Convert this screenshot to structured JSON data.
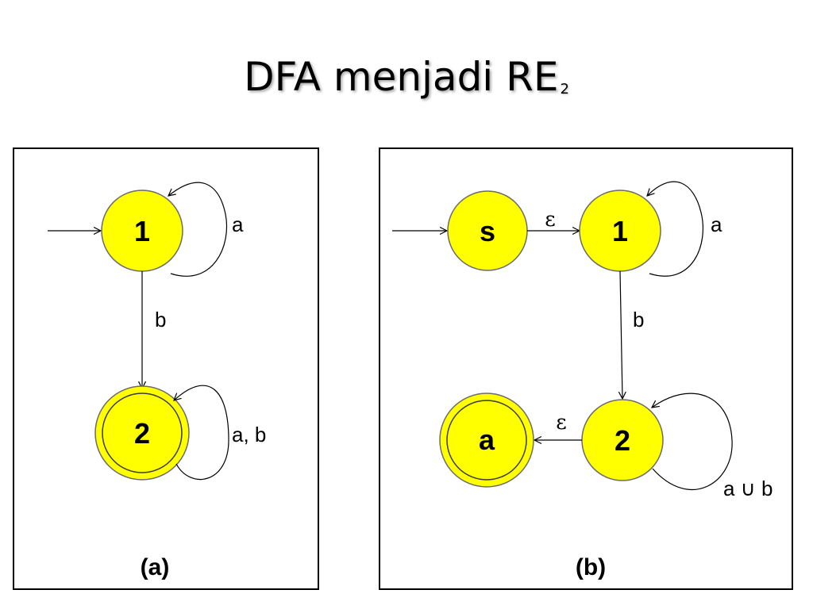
{
  "title": {
    "main": "DFA menjadi RE",
    "sub": "2"
  },
  "panel_a": {
    "caption": "(a)",
    "states": {
      "s1": "1",
      "s2": "2"
    },
    "edges": {
      "loop1": "a",
      "t12": "b",
      "loop2": "a, b"
    }
  },
  "panel_b": {
    "caption": "(b)",
    "states": {
      "start": "s",
      "s1": "1",
      "s2": "2",
      "accept": "a"
    },
    "edges": {
      "s_to_1": "ε",
      "loop1": "a",
      "t12": "b",
      "t2_to_accept": "ε",
      "loop2": "a ∪ b"
    }
  },
  "colors": {
    "state_fill": "#ffff00",
    "state_stroke": "#6b6b6b",
    "line": "#000000"
  }
}
